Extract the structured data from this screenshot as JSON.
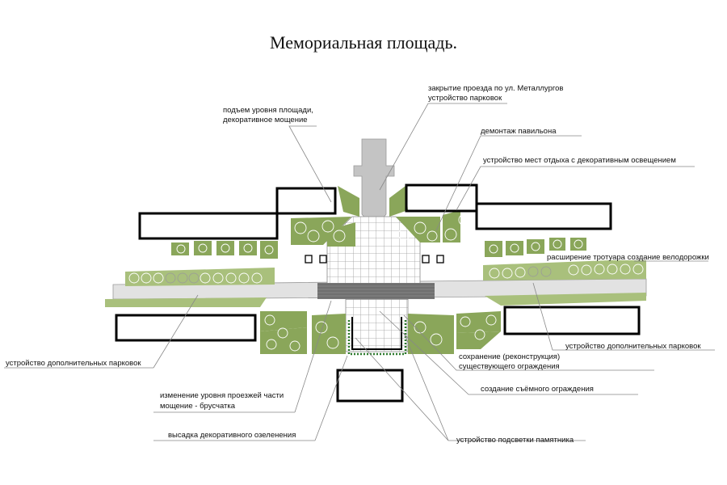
{
  "title": "Мемориальная площадь.",
  "colors": {
    "green": "#8aa65a",
    "green_light": "#a9c07c",
    "road": "#e2e2e2",
    "monument": "#c4c4c4",
    "paving_dark": "#7d7d7d",
    "outline": "#000000",
    "leader": "#888888"
  },
  "labels": {
    "closure_line1": "закрытие проезда по ул. Металлургов",
    "closure_line2": "устройство парковок",
    "raise_line1": "подъем уровня площади,",
    "raise_line2": "декоративное мощение",
    "pavilion": "демонтаж павильона",
    "rest_places": "устройство мест отдыха с декоративным освещением",
    "sidewalk": "расширение тротуара создание велодорожки",
    "parking_right": "устройство дополнительных парковок",
    "parking_left": "устройство дополнительных парковок",
    "fence_keep_line1": "сохранение (реконструкция)",
    "fence_keep_line2": "существующего ограждения",
    "fence_removable": "создание съёмного ограждения",
    "road_level_line1": "изменение уровня проезжей части",
    "road_level_line2": "мощение - брусчатка",
    "greenery": "высадка декоративного озеленения",
    "monument_light": "устройство подсветки памятника"
  }
}
